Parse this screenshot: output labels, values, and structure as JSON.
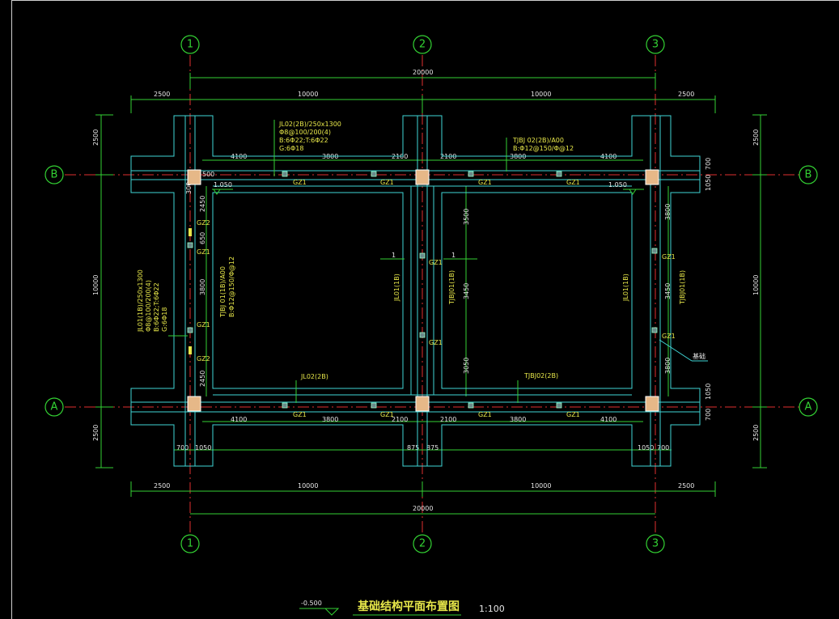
{
  "axes": {
    "cols": [
      "1",
      "2",
      "3"
    ],
    "rows": [
      "A",
      "B"
    ]
  },
  "dims": {
    "overall": "20000",
    "top_split": [
      "2500",
      "10000",
      "10000",
      "2500"
    ],
    "bottom_split": [
      "2500",
      "10000",
      "10000",
      "2500"
    ],
    "left_side": [
      "2500",
      "10000",
      "2500"
    ],
    "right_side": [
      "2500",
      "10000",
      "2500"
    ],
    "beam_top": [
      "4100",
      "3800",
      "2100",
      "2100",
      "3800",
      "4100"
    ],
    "beam_bottom": [
      "4100",
      "3800",
      "2100",
      "2100",
      "3800",
      "4100"
    ],
    "bottom_small": [
      "700",
      "1050",
      "875",
      "875",
      "1050",
      "700"
    ],
    "left_col_inner": [
      "2450",
      "650",
      "3800",
      "2450"
    ],
    "right_vert": [
      "3800",
      "3450",
      "3800"
    ],
    "mid_vert": [
      "3500",
      "3450",
      "3050"
    ],
    "right_small_top": [
      "700",
      "1050"
    ],
    "right_small_bottom": [
      "1050",
      "700"
    ],
    "small_500": "500",
    "small_300": "300"
  },
  "labels": {
    "gz1": "GZ1",
    "gz2": "GZ2",
    "jl02_top": [
      "JL02(2B)/250x1300",
      "Φ8@100/200(4)",
      "B:6Φ22;T:6Φ22",
      "G:6Φ18"
    ],
    "tjbj_top": [
      "TJBJ 02(2B)/A00",
      "B:Φ12@150/Φ@12"
    ],
    "jl01_left": [
      "JL01(1B)/250x1300",
      "Φ8@100/200(4)",
      "B:6Φ22;T:6Φ22",
      "G:6Φ18"
    ],
    "tjbj_left": [
      "TJBJ 01(1B)/A00",
      "B:Φ12@150/Φ@12"
    ],
    "jl01_mid": "JL01(1B)",
    "tjbj01_mid": "TJBJ01(1B)",
    "jl01_right": "JL01(1B)",
    "tjbj01_right": "TJBJ01(1B)",
    "jl02_bottom": "JL02(2B)",
    "tjbj02_bottom": "TJBJ02(2B)",
    "section_mark": "1",
    "elev_mark": "1.050",
    "note_right": "基础"
  },
  "title_block": {
    "elevation": "-0.500",
    "title": "基础结构平面布置图",
    "scale": "1:100"
  }
}
